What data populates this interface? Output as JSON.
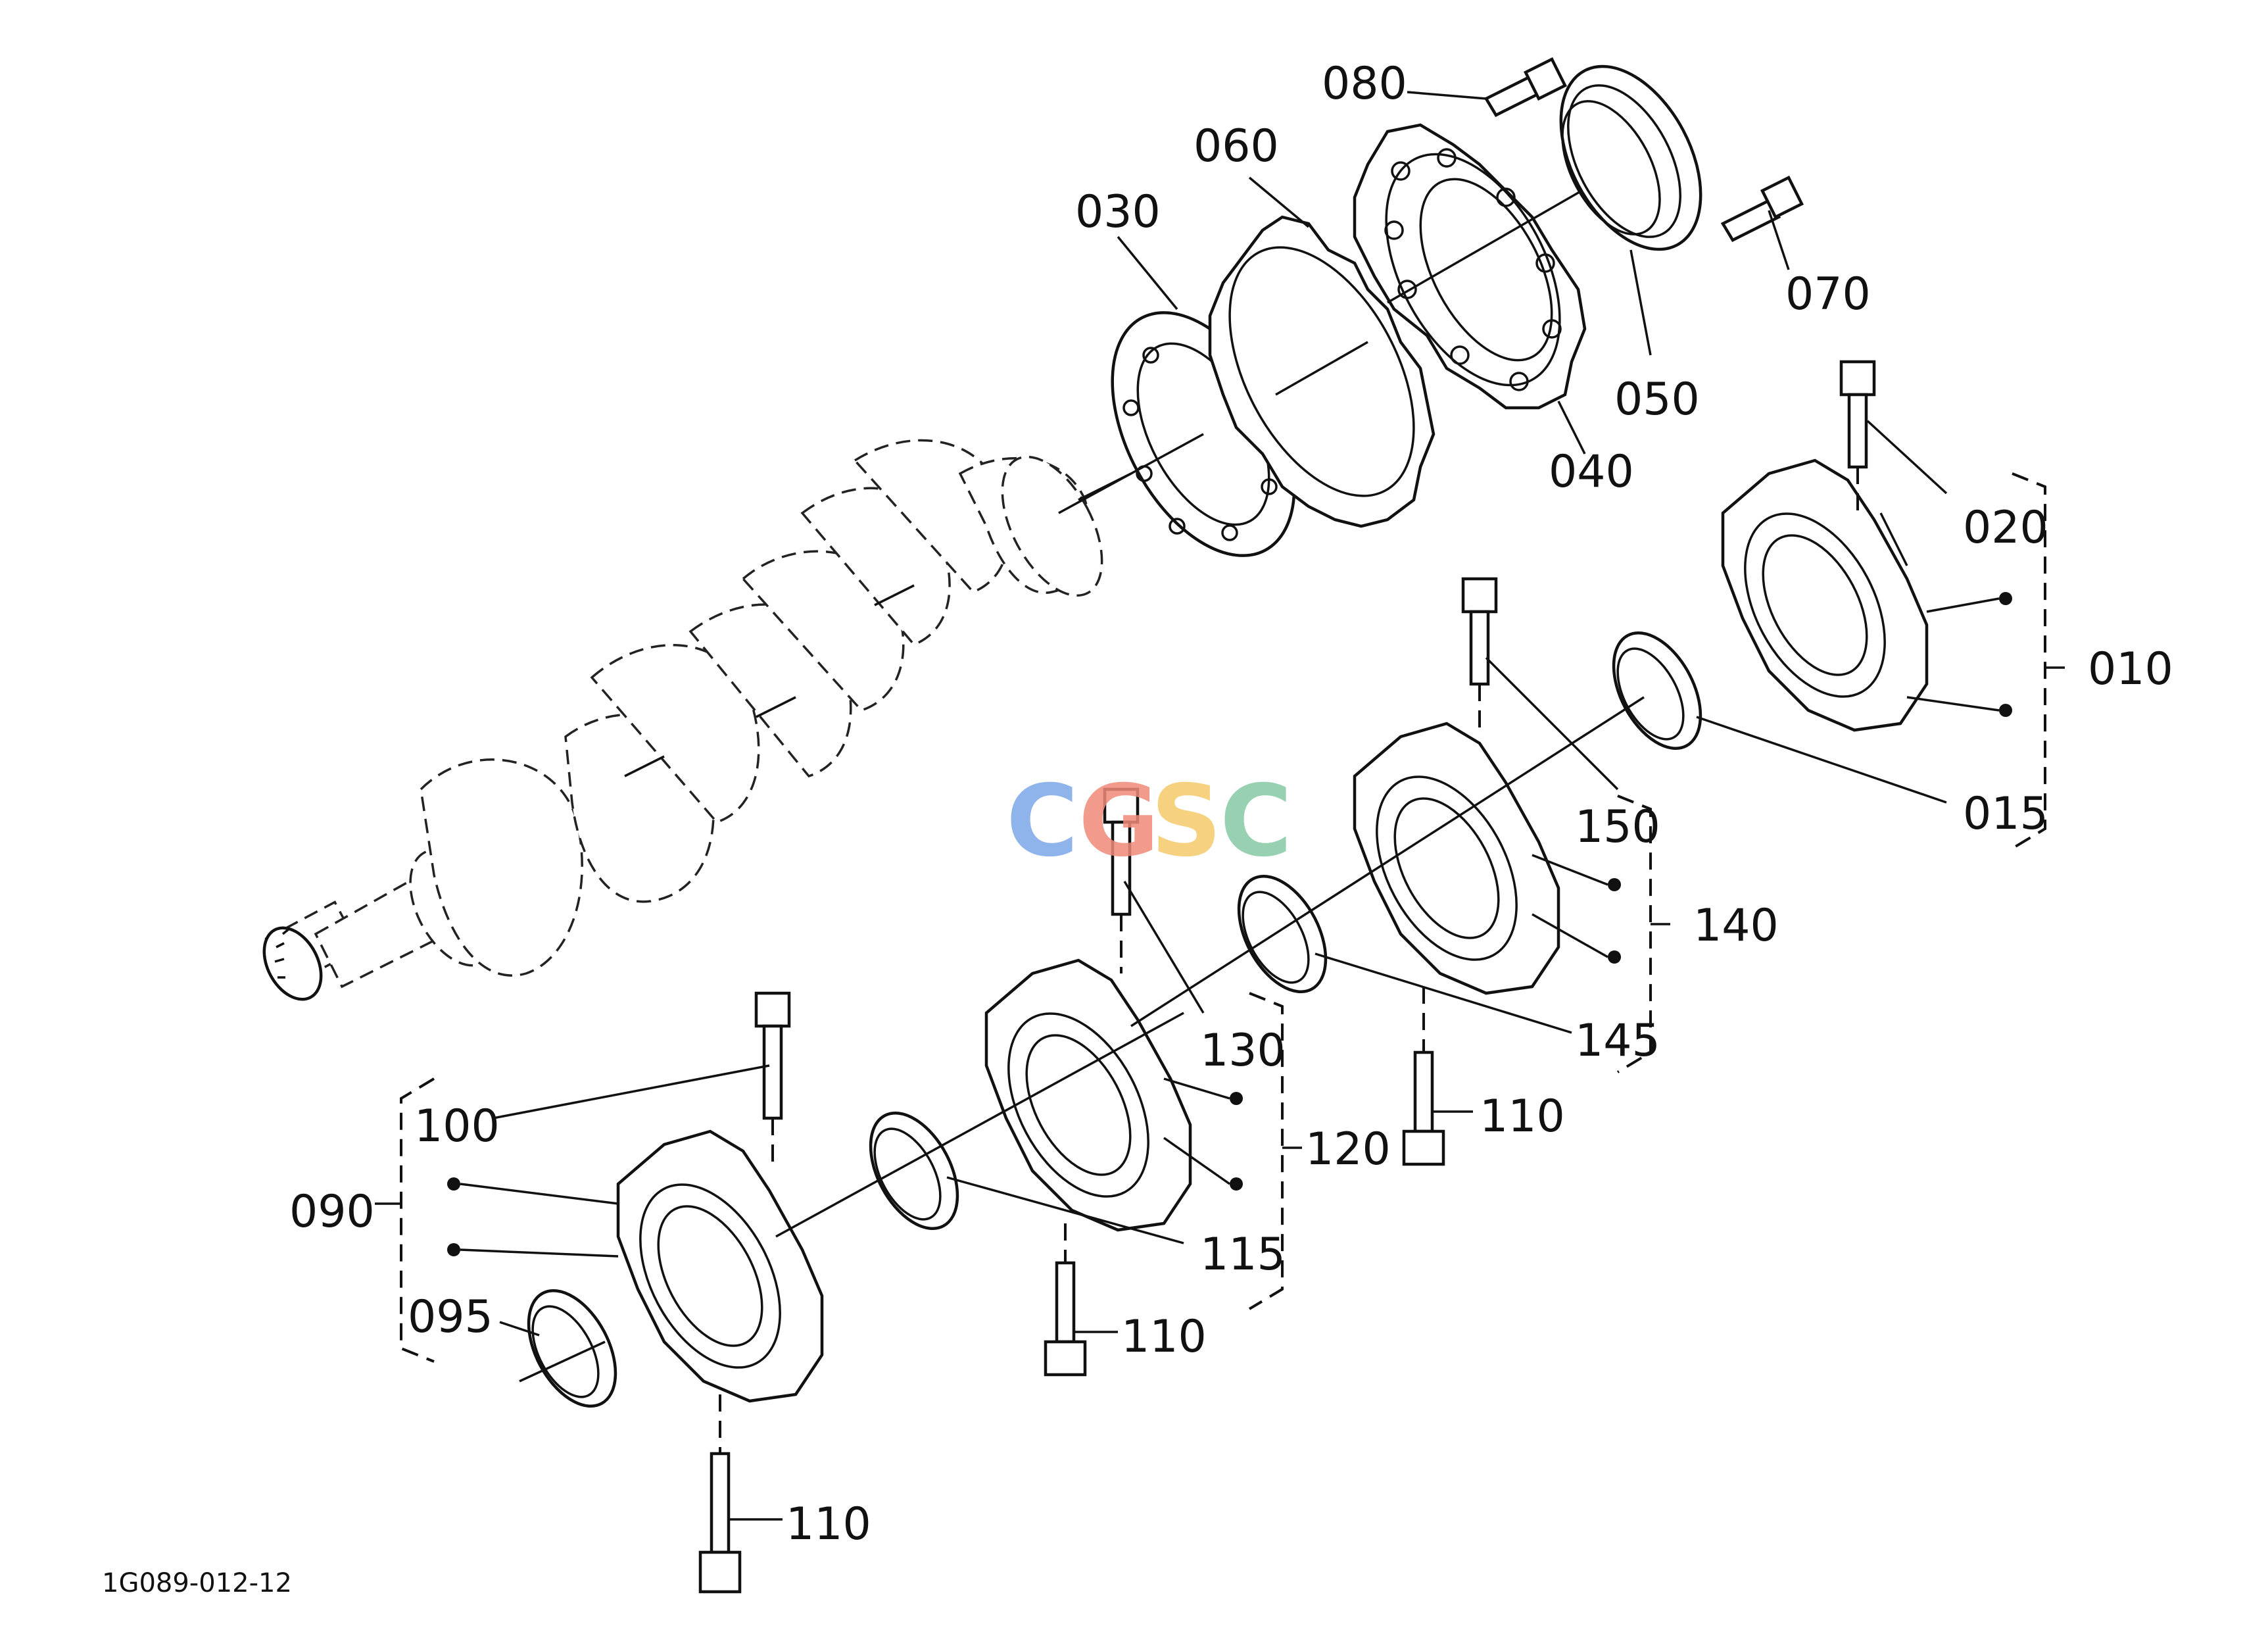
{
  "diagram": {
    "labels": {
      "p080": "080",
      "p060": "060",
      "p030": "030",
      "p070": "070",
      "p050": "050",
      "p040": "040",
      "p020": "020",
      "p010": "010",
      "p015": "015",
      "p150": "150",
      "p140": "140",
      "p145": "145",
      "p130": "130",
      "p120": "120",
      "p115": "115",
      "p100": "100",
      "p090": "090",
      "p095": "095",
      "p110a": "110",
      "p110b": "110",
      "p110c": "110"
    },
    "drawing_code": "1G089-012-12",
    "watermark": {
      "c1": "C",
      "c2": "G",
      "c3": "S",
      "c4": "C"
    },
    "colors": {
      "wm_blue": "#7ba7e8",
      "wm_red": "#f08a7a",
      "wm_yellow": "#f5c96a",
      "wm_green": "#86c9a5"
    }
  }
}
